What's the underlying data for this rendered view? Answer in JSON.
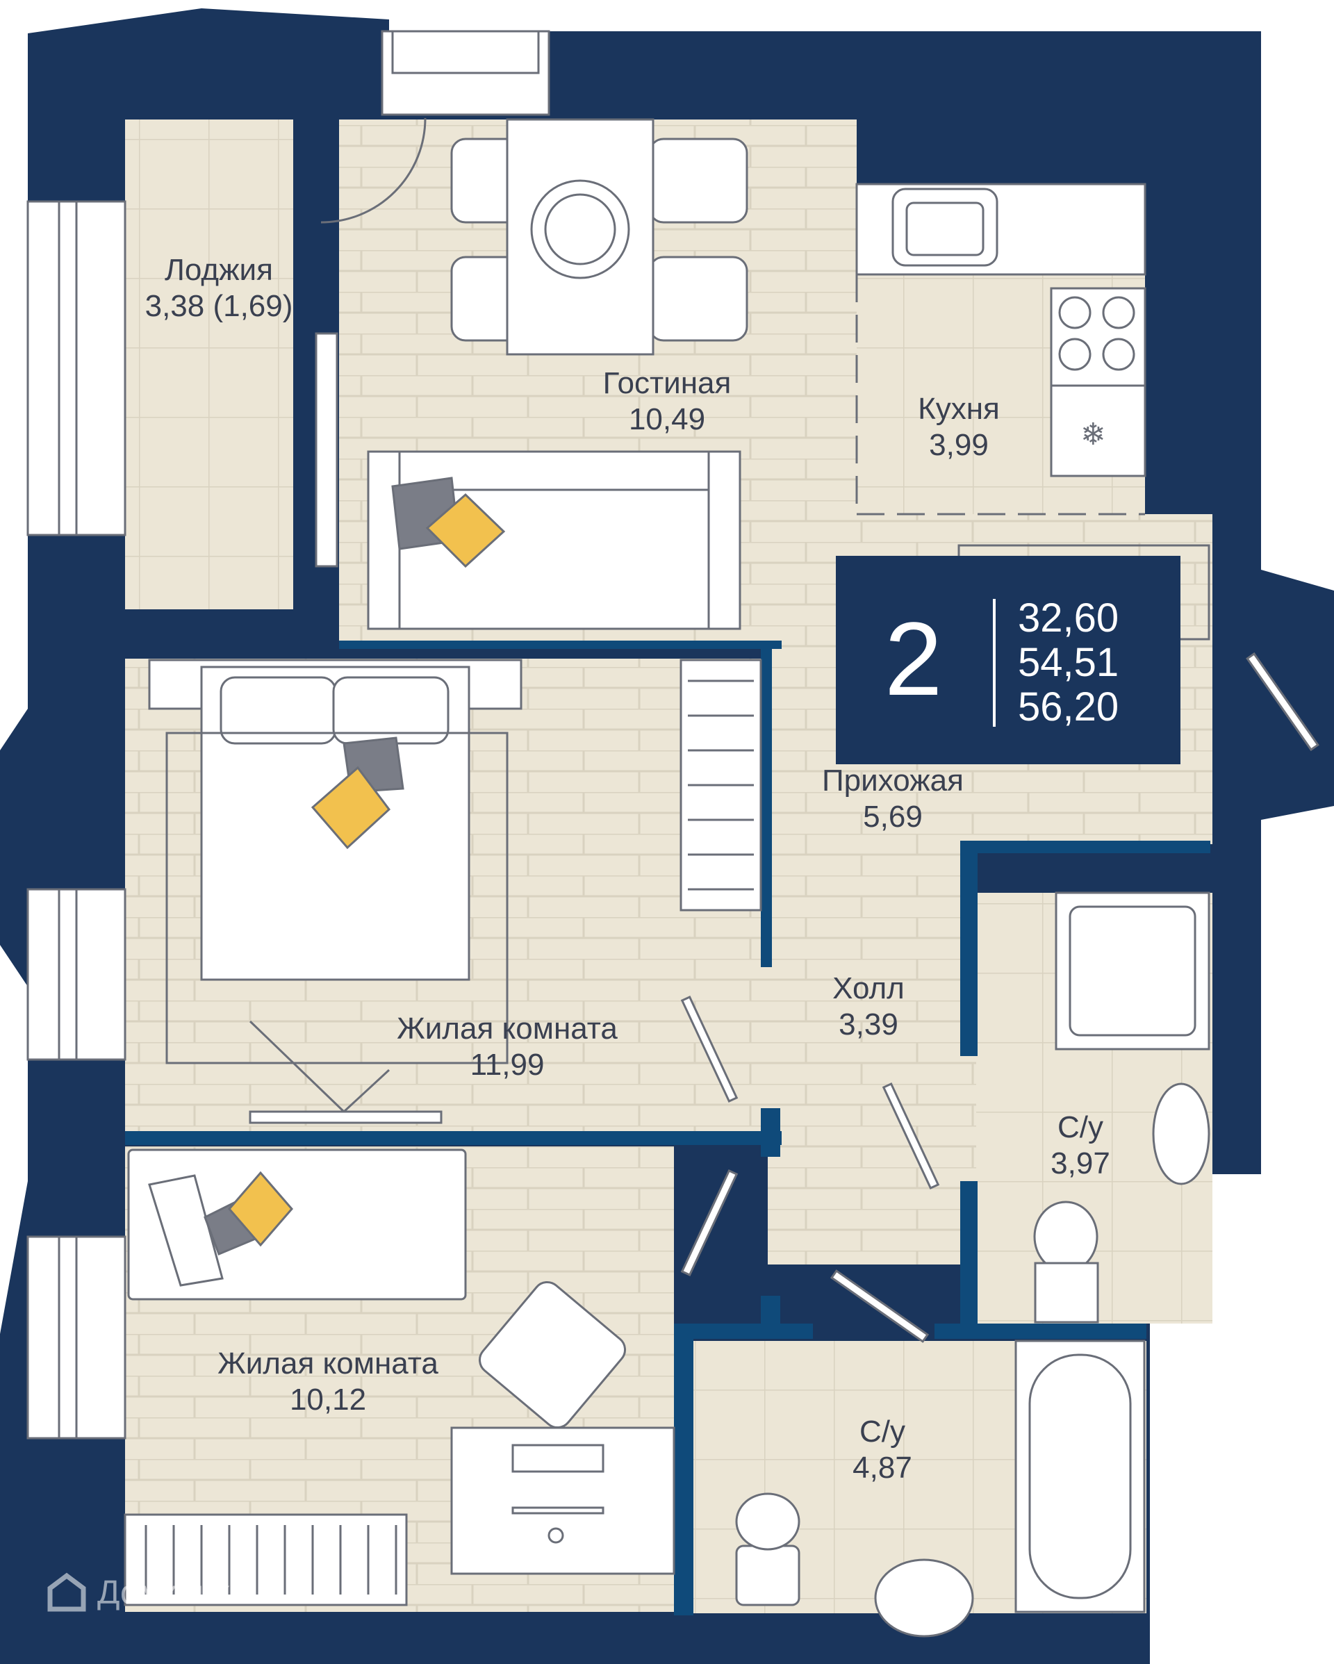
{
  "colors": {
    "wall": "#1a355c",
    "partition": "#0f4a7a",
    "floor": "#ece6d6",
    "floor_lines": "#d6cfbd",
    "furniture": "#ffffff",
    "outline": "#6a6e78",
    "accent_yellow": "#f2c14e",
    "accent_gray": "#7a7d87"
  },
  "rooms": [
    {
      "id": "loggia",
      "name": "Лоджия",
      "area": "3,38 (1,69)"
    },
    {
      "id": "living",
      "name": "Гостиная",
      "area": "10,49"
    },
    {
      "id": "kitchen",
      "name": "Кухня",
      "area": "3,99"
    },
    {
      "id": "hallway",
      "name": "Прихожая",
      "area": "5,69"
    },
    {
      "id": "hall",
      "name": "Холл",
      "area": "3,39"
    },
    {
      "id": "bedroom1",
      "name": "Жилая комната",
      "area": "11,99"
    },
    {
      "id": "bath1",
      "name": "С/у",
      "area": "3,97"
    },
    {
      "id": "bedroom2",
      "name": "Жилая комната",
      "area": "10,12"
    },
    {
      "id": "bath2",
      "name": "С/у",
      "area": "4,87"
    }
  ],
  "summary": {
    "rooms_count": "2",
    "areas": [
      "32,60",
      "54,51",
      "56,20"
    ]
  },
  "watermark": {
    "text": "Домклик",
    "icon": "home-logo-icon"
  },
  "icons": {
    "fridge": "snowflake-icon",
    "stove": "stove-burners-icon"
  }
}
